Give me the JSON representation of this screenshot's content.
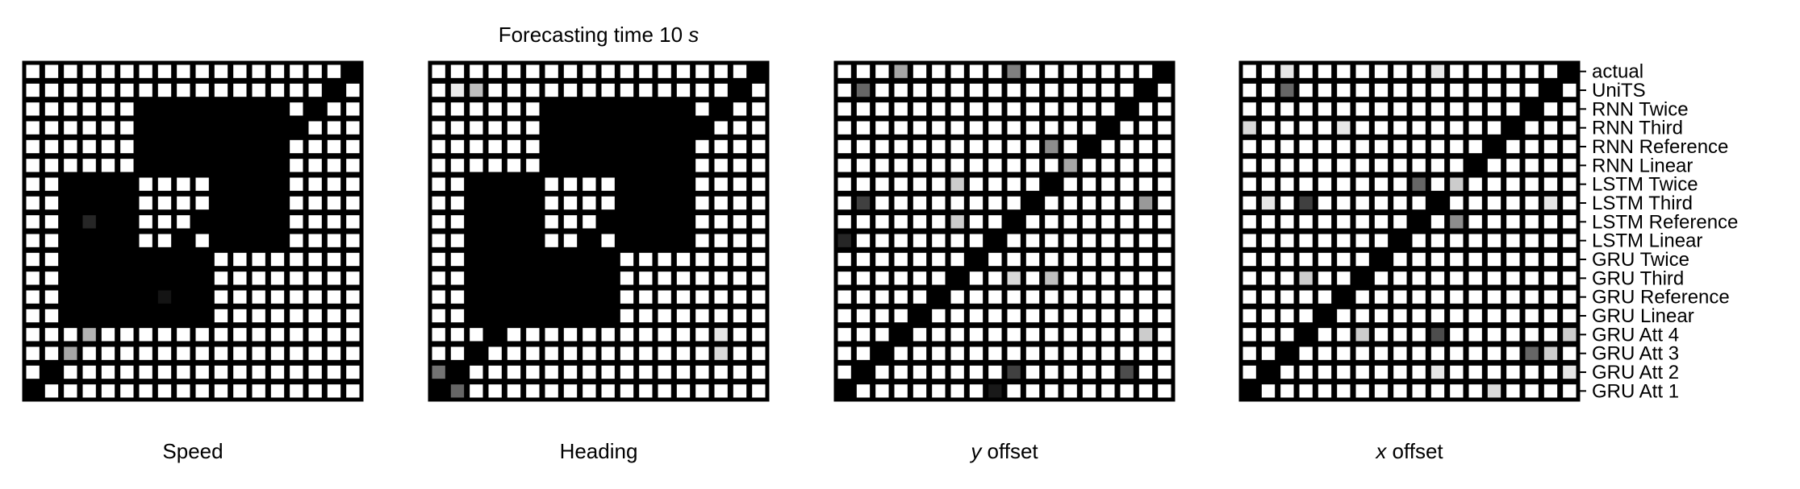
{
  "chart_data": {
    "type": "heatmap",
    "title_prefix": "Forecasting time 10 ",
    "title_unit": "s",
    "categories": [
      "actual",
      "UniTS",
      "RNN Twice",
      "RNN Third",
      "RNN Reference",
      "RNN Linear",
      "LSTM Twice",
      "LSTM Third",
      "LSTM Reference",
      "LSTM Linear",
      "GRU Twice",
      "GRU Third",
      "GRU Reference",
      "GRU Linear",
      "GRU Att 4",
      "GRU Att 3",
      "GRU Att 2",
      "GRU Att 1"
    ],
    "colors": {
      "background": "#ffffff",
      "significant": "#000000",
      "cell_border": "#000000"
    },
    "panels": [
      {
        "name": "speed",
        "label_pre": "",
        "label_italic": "",
        "label_post": "Speed",
        "blocks": [
          [
            2,
            5
          ],
          [
            6,
            9
          ],
          [
            10,
            13
          ]
        ],
        "self_sig": [
          8,
          12
        ],
        "gray": [
          [
            15,
            2,
            0.35
          ],
          [
            14,
            3,
            0.3
          ],
          [
            8,
            3,
            0.85
          ],
          [
            12,
            7,
            0.92
          ]
        ]
      },
      {
        "name": "heading",
        "label_pre": "",
        "label_italic": "",
        "label_post": "Heading",
        "blocks": [
          [
            2,
            5
          ],
          [
            6,
            9
          ],
          [
            10,
            13
          ]
        ],
        "self_sig": [],
        "gray": [
          [
            1,
            1,
            0.08
          ],
          [
            1,
            2,
            0.25
          ],
          [
            16,
            0,
            0.55
          ],
          [
            17,
            1,
            0.6
          ],
          [
            15,
            15,
            0.15
          ],
          [
            14,
            15,
            0.1
          ]
        ]
      },
      {
        "name": "y-offset",
        "label_pre": "",
        "label_italic": "y",
        "label_post": " offset",
        "blocks": [],
        "self_sig": [],
        "gray": [
          [
            1,
            1,
            0.6
          ],
          [
            0,
            3,
            0.35
          ],
          [
            0,
            9,
            0.5
          ],
          [
            4,
            11,
            0.45
          ],
          [
            5,
            12,
            0.35
          ],
          [
            7,
            1,
            0.75
          ],
          [
            7,
            16,
            0.4
          ],
          [
            6,
            6,
            0.2
          ],
          [
            8,
            6,
            0.2
          ],
          [
            9,
            0,
            0.85
          ],
          [
            11,
            9,
            0.15
          ],
          [
            11,
            11,
            0.25
          ],
          [
            16,
            9,
            0.75
          ],
          [
            16,
            15,
            0.7
          ],
          [
            17,
            8,
            0.9
          ],
          [
            14,
            16,
            0.2
          ]
        ]
      },
      {
        "name": "x-offset",
        "label_pre": "",
        "label_italic": "x",
        "label_post": " offset",
        "blocks": [],
        "self_sig": [],
        "gray": [
          [
            1,
            2,
            0.6
          ],
          [
            0,
            2,
            0.1
          ],
          [
            0,
            10,
            0.1
          ],
          [
            3,
            0,
            0.15
          ],
          [
            3,
            5,
            0.1
          ],
          [
            6,
            9,
            0.6
          ],
          [
            6,
            11,
            0.2
          ],
          [
            7,
            1,
            0.1
          ],
          [
            7,
            3,
            0.75
          ],
          [
            7,
            16,
            0.1
          ],
          [
            8,
            11,
            0.45
          ],
          [
            11,
            3,
            0.2
          ],
          [
            14,
            6,
            0.2
          ],
          [
            14,
            10,
            0.7
          ],
          [
            14,
            17,
            0.2
          ],
          [
            15,
            15,
            0.6
          ],
          [
            15,
            16,
            0.2
          ],
          [
            16,
            10,
            0.1
          ],
          [
            16,
            17,
            0.1
          ],
          [
            17,
            13,
            0.15
          ]
        ]
      }
    ]
  }
}
